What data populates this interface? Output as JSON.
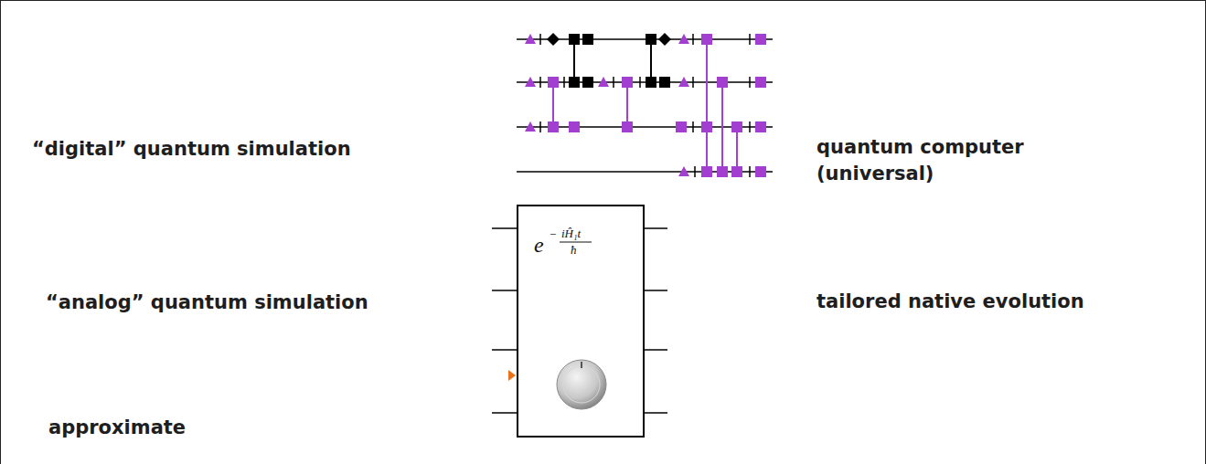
{
  "diagram": {
    "labels": [
      "“digital” quantum simulation",
      "quantum computer (universal)",
      "“analog” quantum simulation",
      "tailored native evolution",
      "approximate",
      "e",
      "−",
      "iĤ₁t",
      "ħ"
    ]
  }
}
